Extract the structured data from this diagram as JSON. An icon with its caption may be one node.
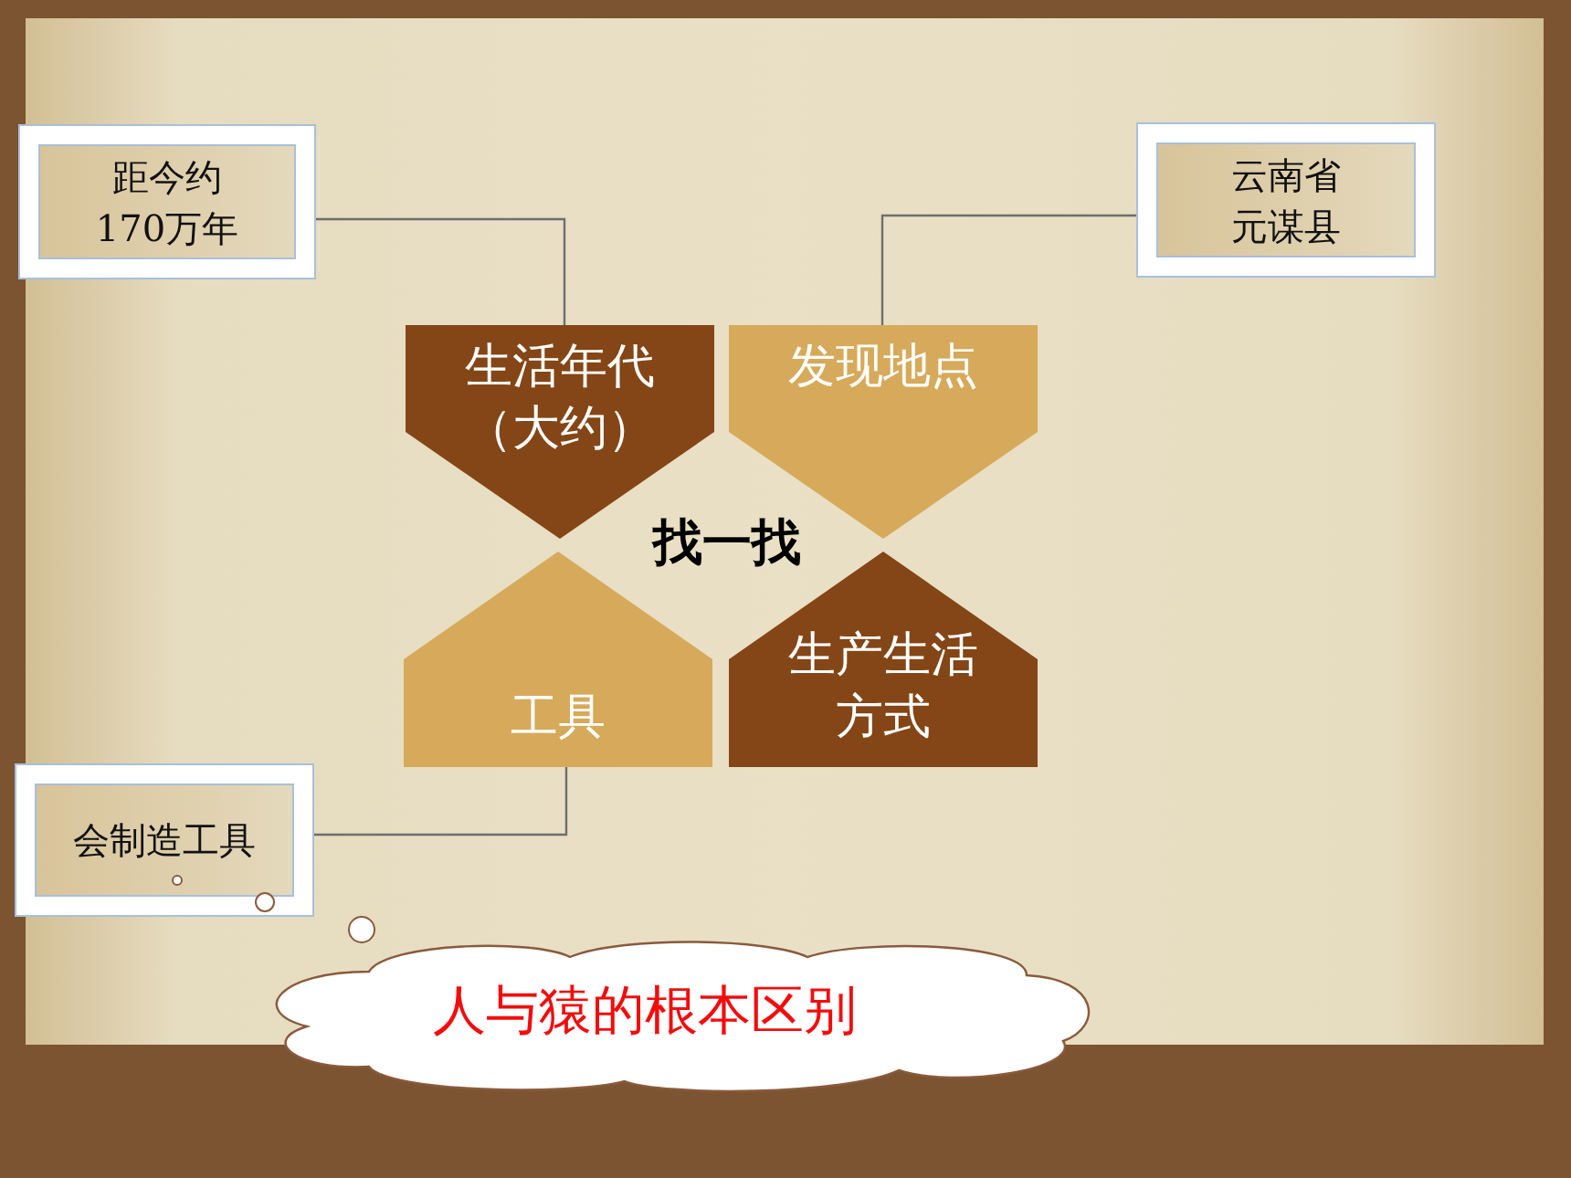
{
  "diagram": {
    "title": "找一找",
    "nodes": [
      {
        "text": [
          "距今约170万年"
        ]
      },
      {
        "text": [
          "生活年代（大约）"
        ]
      },
      {
        "text": [
          "发现地点"
        ]
      },
      {
        "text": [
          "云南省元谋县"
        ]
      },
      {
        "text": [
          "工具"
        ]
      },
      {
        "text": [
          "生产生活方式"
        ]
      },
      {
        "text": [
          "会制造工具"
        ]
      },
      {
        "text": [
          "人与猿的根本区别"
        ]
      }
    ],
    "edges": [
      {
        "from": 0,
        "to": 1,
        "arrow": "none"
      },
      {
        "from": 3,
        "to": 2,
        "arrow": "none"
      },
      {
        "from": 6,
        "to": 4,
        "arrow": "none"
      }
    ]
  }
}
